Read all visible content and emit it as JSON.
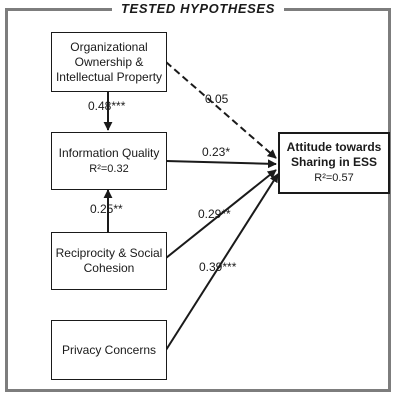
{
  "title": "TESTED HYPOTHESES",
  "nodes": {
    "ownership": {
      "name": "Organizational Ownership & Intellectual Property"
    },
    "info_quality": {
      "name": "Information Quality",
      "r2": "R²=0.32"
    },
    "reciprocity": {
      "name": "Reciprocity & Social Cohesion"
    },
    "privacy": {
      "name": "Privacy Concerns"
    },
    "attitude": {
      "name": "Attitude towards Sharing in ESS",
      "r2": "R²=0.57"
    }
  },
  "paths": {
    "ownership_to_info_quality": "0.48***",
    "ownership_to_attitude": "0.05",
    "info_quality_to_attitude": "0.23*",
    "reciprocity_to_info_quality": "0.25**",
    "reciprocity_to_attitude": "0.29**",
    "privacy_to_attitude": "0.39***"
  },
  "colors": {
    "frame": "#7d7d7d",
    "ink": "#1a1a1a"
  }
}
